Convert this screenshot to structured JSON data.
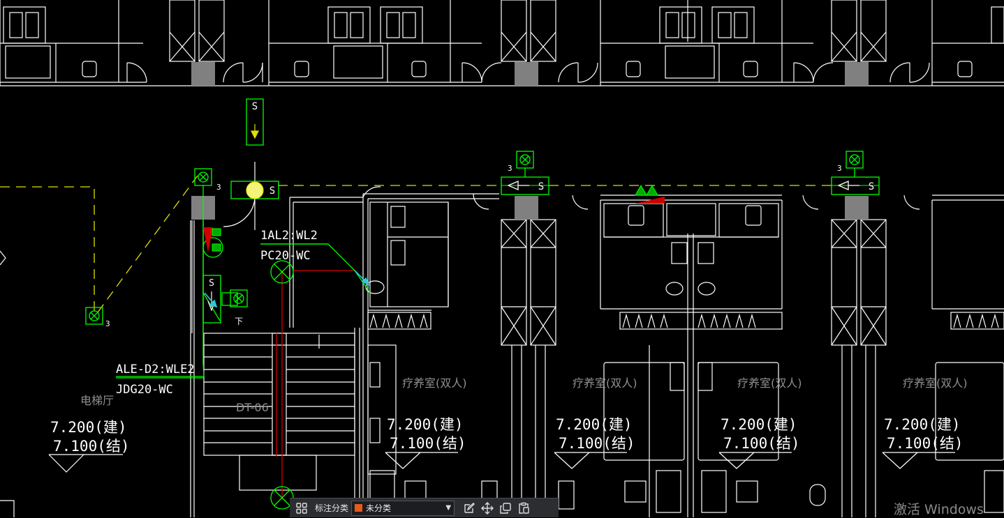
{
  "drawing": {
    "circuit_labels": [
      {
        "text": "1AL2:WL2"
      },
      {
        "text": "PC20-WC"
      },
      {
        "text": "ALE-D2:WLE2"
      },
      {
        "text": "JDG20-WC"
      }
    ],
    "room_labels": [
      {
        "text": "电梯厅"
      },
      {
        "text": "疗养室(双人)"
      },
      {
        "text": "疗养室(双人)"
      },
      {
        "text": "疗养室(双人)"
      },
      {
        "text": "疗养室(双人)"
      }
    ],
    "elevation_marks": [
      {
        "arch": "7.200(建)",
        "struct": "7.100(结)"
      },
      {
        "arch": "7.200(建)",
        "struct": "7.100(结)"
      },
      {
        "arch": "7.200(建)",
        "struct": "7.100(结)"
      },
      {
        "arch": "7.200(建)",
        "struct": "7.100(结)"
      },
      {
        "arch": "7.200(建)",
        "struct": "7.100(结)"
      }
    ],
    "stair_label": "DT-06",
    "symbol_letter": "S",
    "count_marks": [
      "3",
      "3",
      "3",
      "3"
    ],
    "stair_dir_mark": "下",
    "colors": {
      "background": "#000000",
      "walls": "#ffffff",
      "wiring": "#00ff00",
      "circuit": "#e0e000",
      "red_line": "#d00000",
      "lamp": "#f4f47a",
      "cyan": "#30c8d8",
      "fill": "#808080"
    }
  },
  "toolbar": {
    "category_label": "标注分类",
    "selected_category": "未分类",
    "swatch_color": "#e8591b",
    "icons": [
      "grid-icon",
      "edit-icon",
      "move-icon",
      "copy-icon",
      "paste-icon"
    ]
  },
  "watermark": "激活 Windows"
}
